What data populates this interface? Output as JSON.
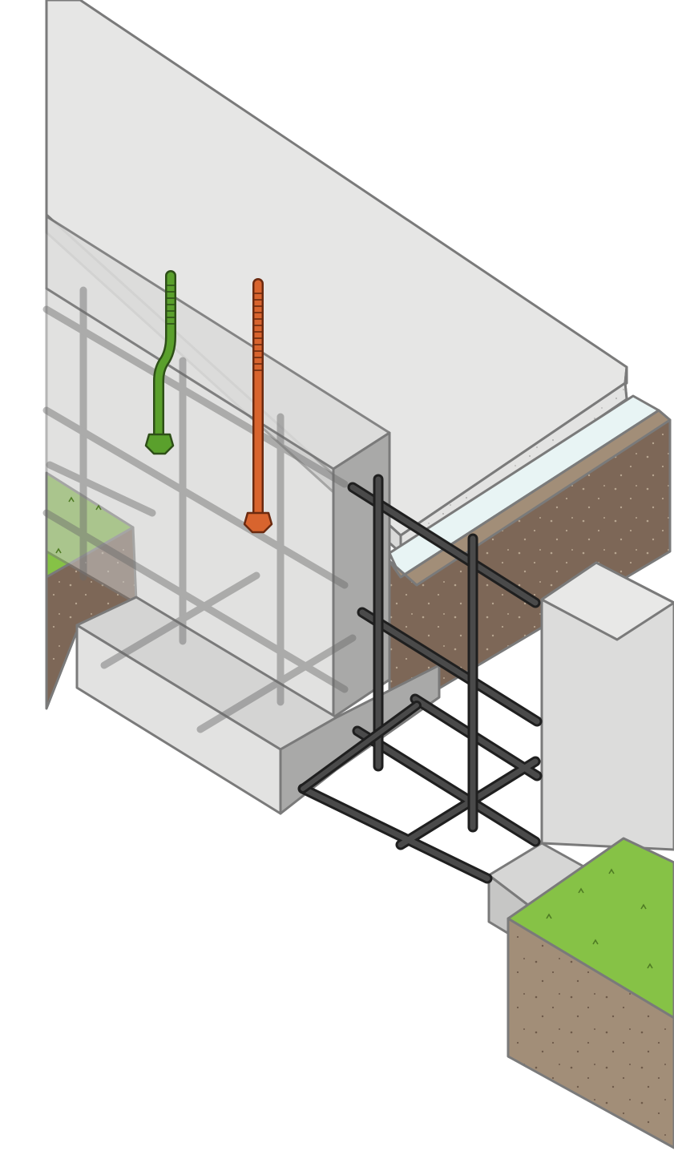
{
  "illustration": {
    "subject": "foundation",
    "colors": {
      "outline": "#7a7a7a",
      "concrete_light": "#e6e6e5",
      "concrete_mid": "#d4d4d3",
      "concrete_dark": "#a9a9a8",
      "grass": "#86c246",
      "soil": "#7d6757",
      "soil_light": "#a28e78",
      "insulation": "#e8f4f4",
      "rebar": "#3a3a3a",
      "anchor_bolt_a": "#5aa02c",
      "anchor_bolt_b": "#d8642e"
    },
    "parts": [
      "floor-slab",
      "foundation-wall",
      "footing",
      "rebar-cage",
      "anchor-bolt-green",
      "anchor-bolt-orange",
      "soil-block-left",
      "soil-block-right",
      "insulation-strip"
    ]
  }
}
